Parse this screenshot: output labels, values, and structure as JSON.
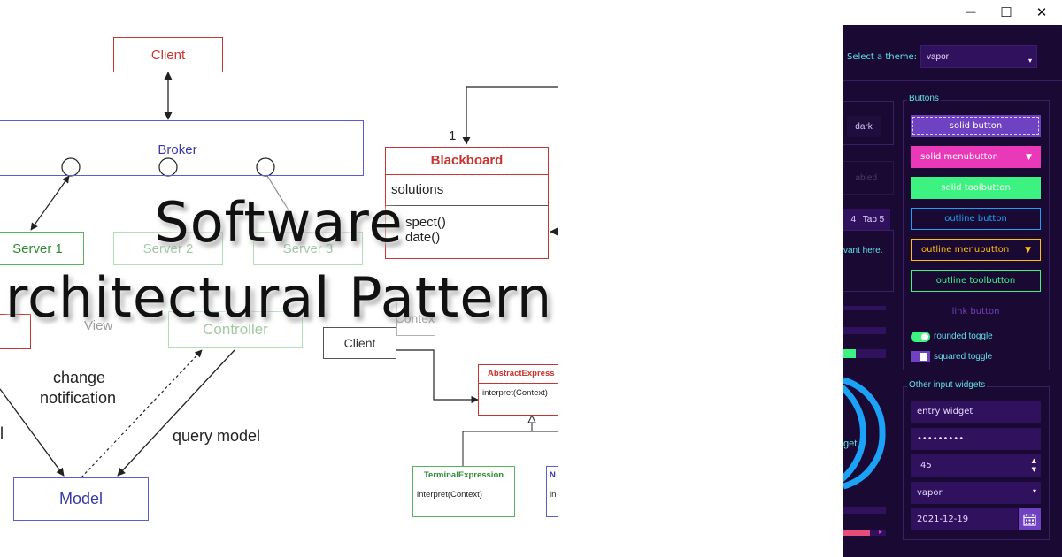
{
  "diagram": {
    "client_top": "Client",
    "broker": "Broker",
    "server1": "Server 1",
    "server2": "Server 2",
    "server3": "Server 3",
    "multiplicity": "1",
    "blackboard_title": "Blackboard",
    "blackboard_attr": "solutions",
    "blackboard_op1": "spect()",
    "blackboard_op2": "date()",
    "title_line1": "Software",
    "title_line2": "rchitectural Pattern",
    "controller": "Controller",
    "view_fragment": "View",
    "context_fragment": "Contex",
    "change_notification_1": "change",
    "change_notification_2": "notification",
    "left_fragment": "l",
    "query_model": "query model",
    "model": "Model",
    "client_mid": "Client",
    "abstract_expr": "AbstractExpress",
    "abstract_op": "interpret(Context)",
    "terminal_expr": "TerminalExpression",
    "terminal_op": "interpret(Context)",
    "nonterminal_fragment": "N",
    "nonterminal_op_fragment": "in"
  },
  "window": {
    "minimize_icon": "—",
    "maximize_icon": "☐",
    "close_icon": "✕",
    "theme_label": "Select a theme:",
    "theme_value": "vapor",
    "left_panel": {
      "dark_button": "dark",
      "disabled_fragment": "abled",
      "tab4": "4",
      "tab5": "Tab 5",
      "tab_content_fragment": "vant here.",
      "meter_fragment": "get",
      "meter_value": 0.78
    },
    "buttons_section": {
      "title": "Buttons",
      "solid_button": "solid button",
      "solid_menubutton": "solid menubutton",
      "solid_toolbutton": "solid toolbutton",
      "outline_button": "outline button",
      "outline_menubutton": "outline menubutton",
      "outline_toolbutton": "outline toolbutton",
      "link_button": "link button",
      "rounded_toggle": "rounded toggle",
      "squared_toggle": "squared toggle"
    },
    "input_section": {
      "title": "Other input widgets",
      "entry_value": "entry widget",
      "password_value": "•••••••••",
      "spinbox_value": "45",
      "combo_value": "vapor",
      "date_value": "2021-12-19"
    },
    "colors": {
      "bg": "#1a0933",
      "primary": "#6f42c1",
      "pink": "#ea39b8",
      "green": "#3cf281",
      "cyan": "#1ba2f6",
      "orange": "#ffc107",
      "text": "#32fbe2"
    }
  }
}
